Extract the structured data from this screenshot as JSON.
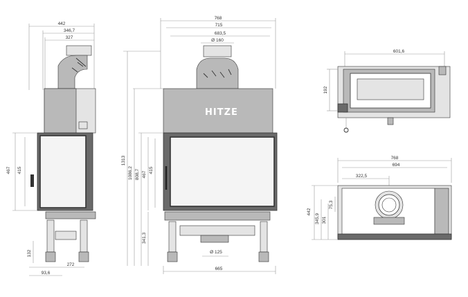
{
  "brand_logo": "HITZE",
  "colors": {
    "body": "#6a6a6a",
    "panel": "#b9b9b9",
    "light": "#e4e4e4",
    "line": "#333333"
  },
  "side_view": {
    "dims": {
      "top_overall": "442",
      "top_mid": "346,7",
      "top_inner": "327",
      "left_outer": "467",
      "left_inner": "415",
      "bottom_height": "132",
      "bottom_width": "272",
      "bottom_offset": "93,6"
    }
  },
  "front_view": {
    "dims": {
      "top_overall": "768",
      "top_mid": "715",
      "top_inner": "683,5",
      "flue_diameter": "Ø 160",
      "height_total": "1313",
      "height_2": "1086,2",
      "height_3": "808,7",
      "height_4": "467",
      "height_5": "415",
      "height_6": "341,3",
      "air_inlet": "Ø 125",
      "bottom_width": "665"
    }
  },
  "top_view": {
    "dims": {
      "width": "601,6",
      "depth": "192"
    }
  },
  "plan_view": {
    "dims": {
      "overall": "768",
      "inner": "694",
      "flue_offset": "322,5",
      "depth_total": "442",
      "depth_2": "345,9",
      "depth_3": "301",
      "depth_4": "75,3"
    }
  }
}
